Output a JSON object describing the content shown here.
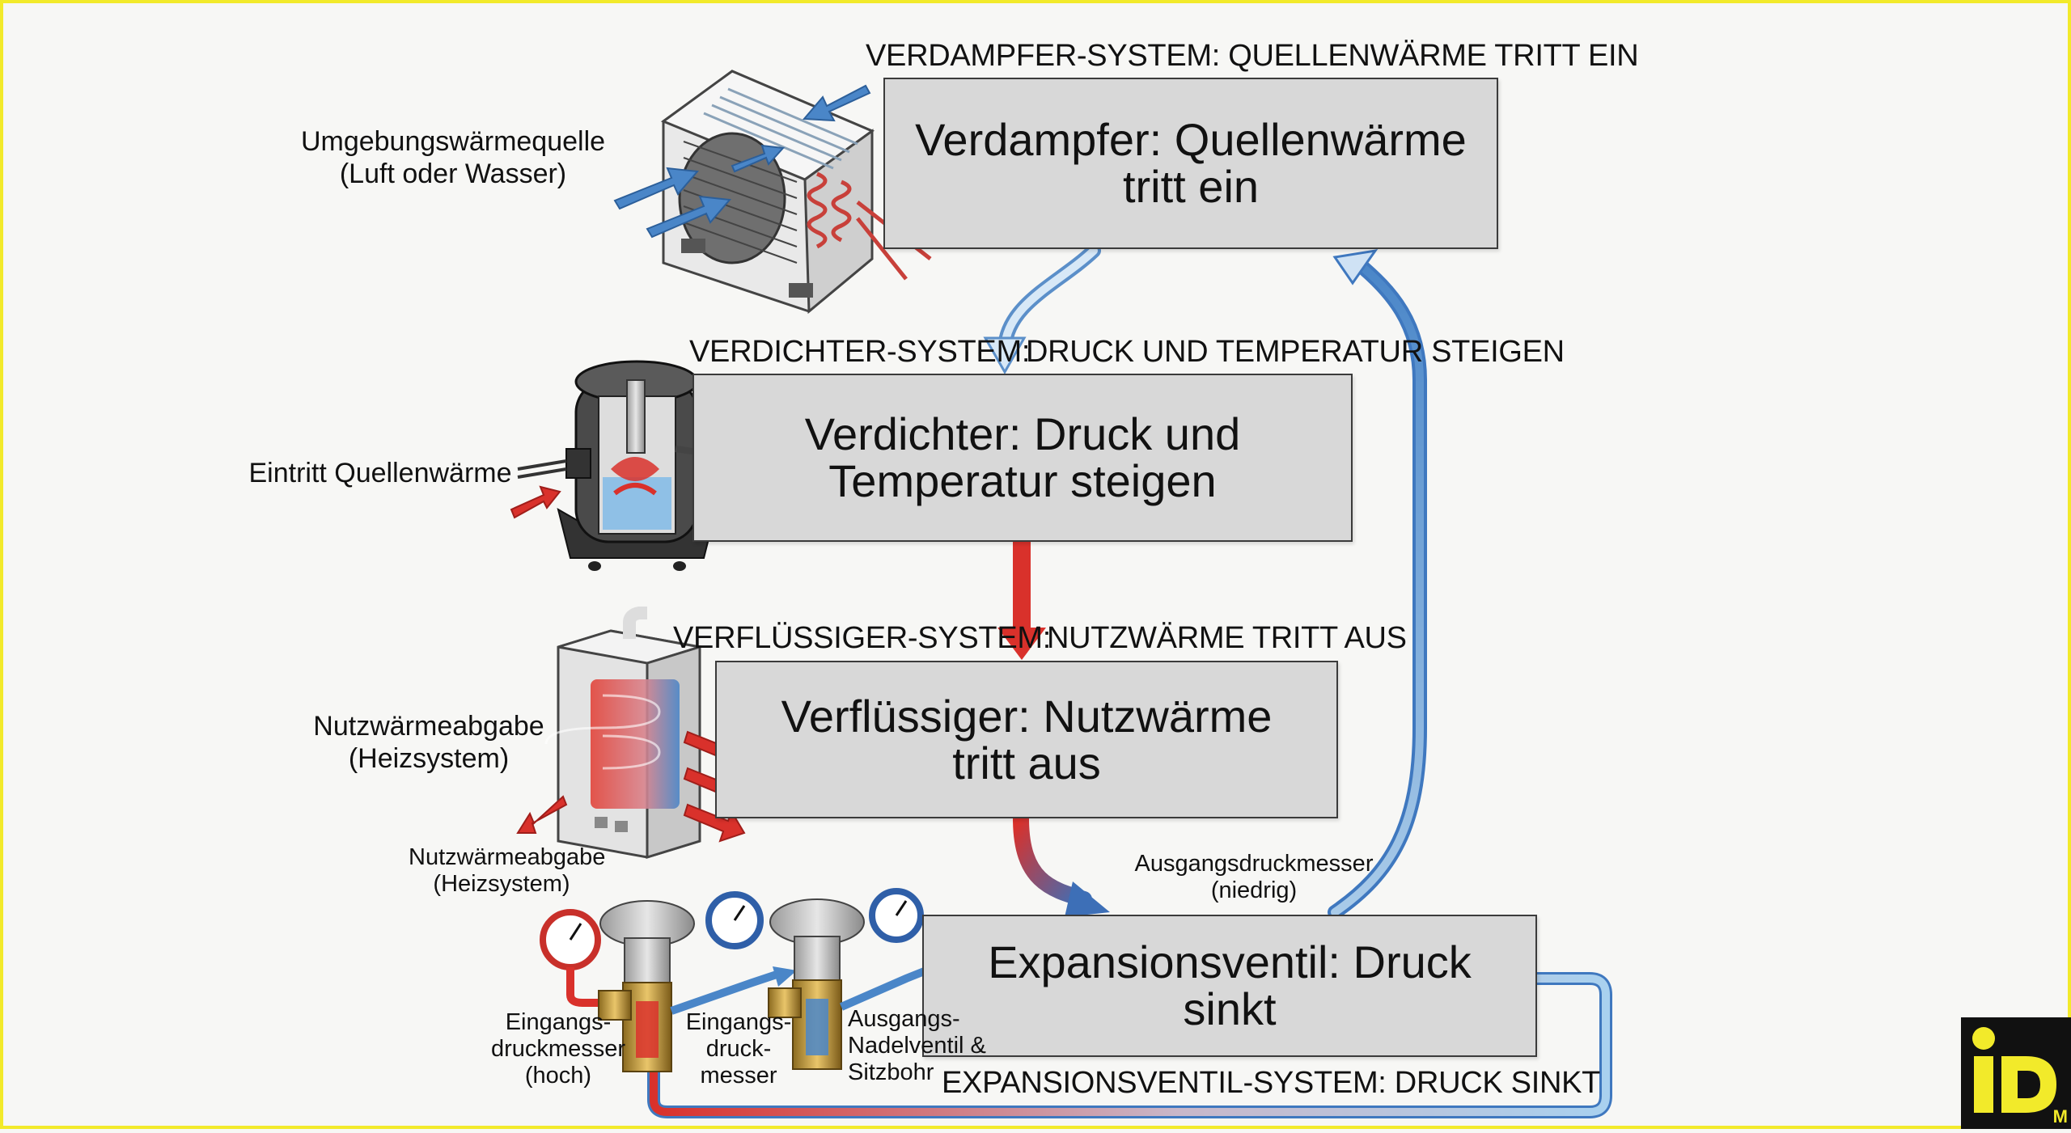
{
  "captions": {
    "verdampfer_system": "VERDAMPFER-SYSTEM: QUELLENWÄRME TRITT EIN",
    "verdichter_system_a": "VERDICHTER-SYSTEM:",
    "verdichter_system_b": "DRUCK UND TEMPERATUR STEIGEN",
    "verfluessiger_system_a": "VERFLÜSSIGER-SYSTEM:",
    "verfluessiger_system_b": "NUTZWÄRME TRITT AUS",
    "expansion_system": "EXPANSIONSVENTIL-SYSTEM: DRUCK SINKT"
  },
  "boxes": {
    "verdampfer": "Verdampfer: Quellenwärme\ntritt ein",
    "verdichter": "Verdichter: Druck und\nTemperatur steigen",
    "verfluessiger": "Verflüssiger: Nutzwärme\ntritt aus",
    "expansionsventil": "Expansionsventil: Druck\nsinkt"
  },
  "labels": {
    "umgebung": "Umgebungswärmequelle\n(Luft oder Wasser)",
    "eintritt": "Eintritt Quellenwärme",
    "nutzwaerme_1": "Nutzwärmeabgabe\n(Heizsystem)",
    "nutzwaerme_2": "Nutzwärmeabgabe\n(Heizsystem)",
    "ausgangsdruckmesser": "Ausgangsdruckmesser\n(niedrig)",
    "eingangsdruckmesser_hoch": "Eingangs-\ndruckmesser\n(hoch)",
    "eingangsdruckmesser": "Eingangs-\ndruck-\nmesser",
    "ausgangs_nadelventil": "Ausgangs-\nNadelventil &\nSitzbohr"
  },
  "logo": {
    "text": "iD",
    "sub": "M"
  },
  "colors": {
    "hot": "#d9312b",
    "cold": "#4a86c8",
    "box": "#d8d8d8",
    "frame": "#f2ea2a"
  }
}
